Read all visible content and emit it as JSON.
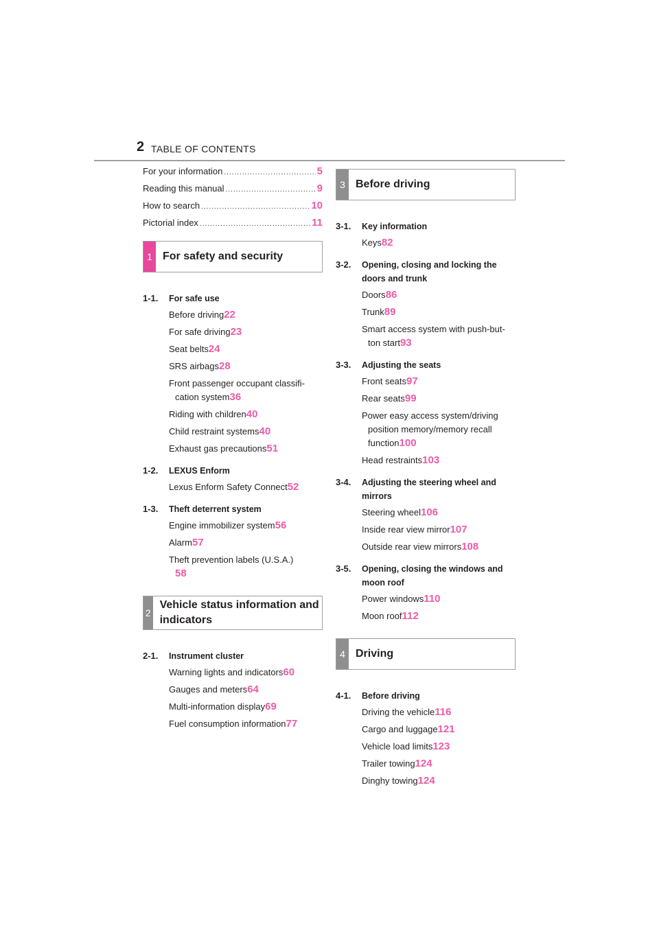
{
  "header": {
    "page_number": "2",
    "title": "TABLE OF CONTENTS"
  },
  "colors": {
    "accent_pink": "#ec5ba8",
    "tab_pink": "#e7479c",
    "tab_gray": "#8f8f8f",
    "rule": "#9e9e9e"
  },
  "intro": [
    {
      "title": "For your information",
      "page": "5"
    },
    {
      "title": "Reading this manual",
      "page": "9"
    },
    {
      "title": "How to search",
      "page": "10"
    },
    {
      "title": "Pictorial index",
      "page": "11"
    }
  ],
  "sections": [
    {
      "num": "1",
      "title": "For safety and security",
      "groups": [
        {
          "num": "1-1.",
          "name": "For safe use",
          "items": [
            {
              "title": "Before driving",
              "page": "22"
            },
            {
              "title": "For safe driving",
              "page": "23"
            },
            {
              "title": "Seat belts",
              "page": "24"
            },
            {
              "title": "SRS airbags",
              "page": "28"
            },
            {
              "title": "Front passenger occupant classifi-",
              "cont": "cation system",
              "page": "36"
            },
            {
              "title": "Riding with children",
              "page": "40"
            },
            {
              "title": "Child restraint systems",
              "page": "40"
            },
            {
              "title": "Exhaust gas precautions",
              "page": "51"
            }
          ]
        },
        {
          "num": "1-2.",
          "name": "LEXUS Enform",
          "items": [
            {
              "title": "Lexus Enform Safety Connect",
              "page": "52"
            }
          ]
        },
        {
          "num": "1-3.",
          "name": "Theft deterrent system",
          "items": [
            {
              "title": "Engine immobilizer system",
              "page": "56"
            },
            {
              "title": "Alarm",
              "page": "57"
            },
            {
              "title": "Theft prevention labels (U.S.A.)",
              "cont": "",
              "page": "58"
            }
          ]
        }
      ]
    },
    {
      "num": "2",
      "title": "Vehicle status information and indicators",
      "groups": [
        {
          "num": "2-1.",
          "name": "Instrument cluster",
          "items": [
            {
              "title": "Warning lights and indicators",
              "page": "60"
            },
            {
              "title": "Gauges and meters",
              "page": "64"
            },
            {
              "title": "Multi-information display",
              "page": "69"
            },
            {
              "title": "Fuel consumption information",
              "page": "77"
            }
          ]
        }
      ]
    },
    {
      "num": "3",
      "title": "Before driving",
      "groups": [
        {
          "num": "3-1.",
          "name": "Key information",
          "items": [
            {
              "title": "Keys",
              "page": "82"
            }
          ]
        },
        {
          "num": "3-2.",
          "name": "Opening, closing and locking the doors and trunk",
          "items": [
            {
              "title": "Doors",
              "page": "86"
            },
            {
              "title": "Trunk",
              "page": "89"
            },
            {
              "title": "Smart access system with push-but-",
              "cont": "ton start",
              "page": "93"
            }
          ]
        },
        {
          "num": "3-3.",
          "name": "Adjusting the seats",
          "items": [
            {
              "title": "Front seats",
              "page": "97"
            },
            {
              "title": "Rear seats",
              "page": "99"
            },
            {
              "title": "Power easy access system/driving",
              "cont2": "position memory/memory recall",
              "cont": "function",
              "page": "100"
            },
            {
              "title": "Head restraints",
              "page": "103"
            }
          ]
        },
        {
          "num": "3-4.",
          "name": "Adjusting the steering wheel and mirrors",
          "items": [
            {
              "title": "Steering wheel",
              "page": "106"
            },
            {
              "title": "Inside rear view mirror",
              "page": "107"
            },
            {
              "title": "Outside rear view mirrors",
              "page": "108"
            }
          ]
        },
        {
          "num": "3-5.",
          "name": "Opening, closing the windows and moon roof",
          "items": [
            {
              "title": "Power windows",
              "page": "110"
            },
            {
              "title": "Moon roof",
              "page": "112"
            }
          ]
        }
      ]
    },
    {
      "num": "4",
      "title": "Driving",
      "groups": [
        {
          "num": "4-1.",
          "name": "Before driving",
          "items": [
            {
              "title": "Driving the vehicle",
              "page": "116"
            },
            {
              "title": "Cargo and luggage",
              "page": "121"
            },
            {
              "title": "Vehicle load limits",
              "page": "123"
            },
            {
              "title": "Trailer towing",
              "page": "124"
            },
            {
              "title": "Dinghy towing",
              "page": "124"
            }
          ]
        }
      ]
    }
  ]
}
